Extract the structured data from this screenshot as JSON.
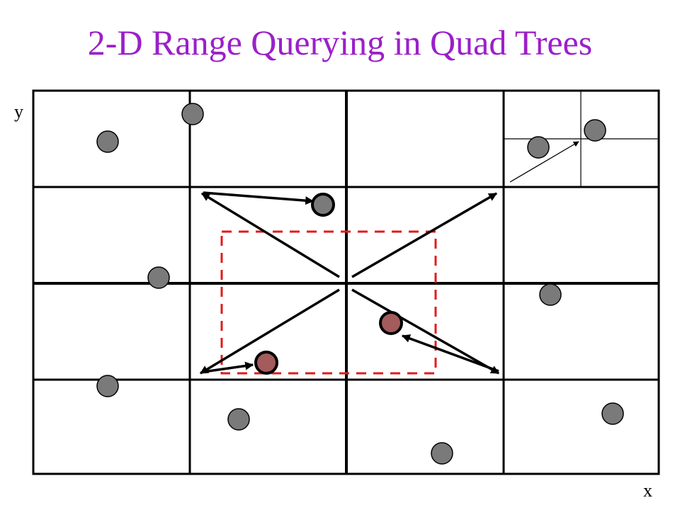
{
  "title": "2-D Range Querying in Quad Trees",
  "axes": {
    "x_label": "x",
    "y_label": "y"
  },
  "colors": {
    "title": "#9b1fc9",
    "grid": "#000000",
    "point_fill": "#7a7a7a",
    "result_point_fill": "#a35b5b",
    "point_stroke": "#000000",
    "query_box": "#e01b1b",
    "arrow": "#000000"
  }
}
